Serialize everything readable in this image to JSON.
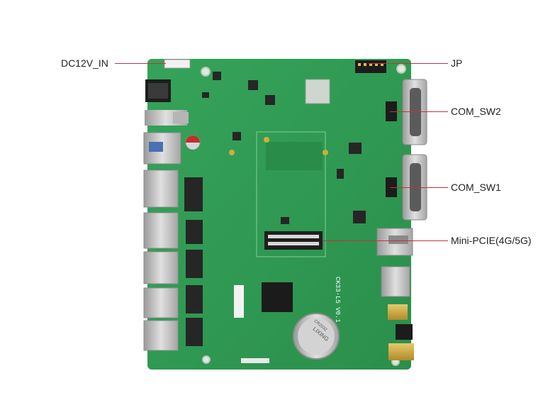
{
  "callouts": {
    "dc_in": "DC12V_IN",
    "jp": "JP",
    "com_sw2": "COM_SW2",
    "com_sw1": "COM_SW1",
    "mini_pcie": "Mini-PCIE(4G/5G)"
  },
  "board": {
    "silkscreen_model": "CK33-L5 V0.1",
    "battery_brand": "LIXING",
    "battery_model": "CR2032"
  },
  "colors": {
    "pcb": "#2f9a52",
    "pcb_dark": "#23823f",
    "leader_line": "#c9303a",
    "metal": "#c7c7c7",
    "chip": "#2b2b2b"
  }
}
